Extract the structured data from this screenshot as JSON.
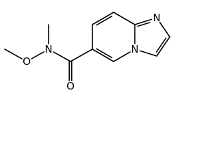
{
  "molecule": {
    "atoms": [
      {
        "id": "c_methyl_o",
        "label": ""
      },
      {
        "id": "o_methoxy",
        "label": "O"
      },
      {
        "id": "n_amide",
        "label": "N"
      },
      {
        "id": "c_methyl_n",
        "label": ""
      },
      {
        "id": "c_carbonyl",
        "label": ""
      },
      {
        "id": "o_carbonyl",
        "label": "O"
      },
      {
        "id": "c6",
        "label": ""
      },
      {
        "id": "c5",
        "label": ""
      },
      {
        "id": "n4",
        "label": "N"
      },
      {
        "id": "c8a",
        "label": ""
      },
      {
        "id": "c8",
        "label": ""
      },
      {
        "id": "c7",
        "label": ""
      },
      {
        "id": "n1",
        "label": "N"
      },
      {
        "id": "c2",
        "label": ""
      },
      {
        "id": "c3",
        "label": ""
      }
    ],
    "bonds": [
      {
        "a": "c_methyl_o",
        "b": "o_methoxy",
        "order": 1
      },
      {
        "a": "o_methoxy",
        "b": "n_amide",
        "order": 1
      },
      {
        "a": "n_amide",
        "b": "c_methyl_n",
        "order": 1
      },
      {
        "a": "n_amide",
        "b": "c_carbonyl",
        "order": 1
      },
      {
        "a": "c_carbonyl",
        "b": "o_carbonyl",
        "order": 2
      },
      {
        "a": "c_carbonyl",
        "b": "c6",
        "order": 1
      },
      {
        "a": "c6",
        "b": "c5",
        "order": 2
      },
      {
        "a": "c5",
        "b": "n4",
        "order": 1
      },
      {
        "a": "n4",
        "b": "c8a",
        "order": 1
      },
      {
        "a": "c8a",
        "b": "c8",
        "order": 1
      },
      {
        "a": "c8",
        "b": "c7",
        "order": 2
      },
      {
        "a": "c7",
        "b": "c6",
        "order": 1
      },
      {
        "a": "c8a",
        "b": "n1",
        "order": 2
      },
      {
        "a": "n1",
        "b": "c2",
        "order": 1
      },
      {
        "a": "c2",
        "b": "c3",
        "order": 2
      },
      {
        "a": "c3",
        "b": "n4",
        "order": 1
      }
    ]
  }
}
